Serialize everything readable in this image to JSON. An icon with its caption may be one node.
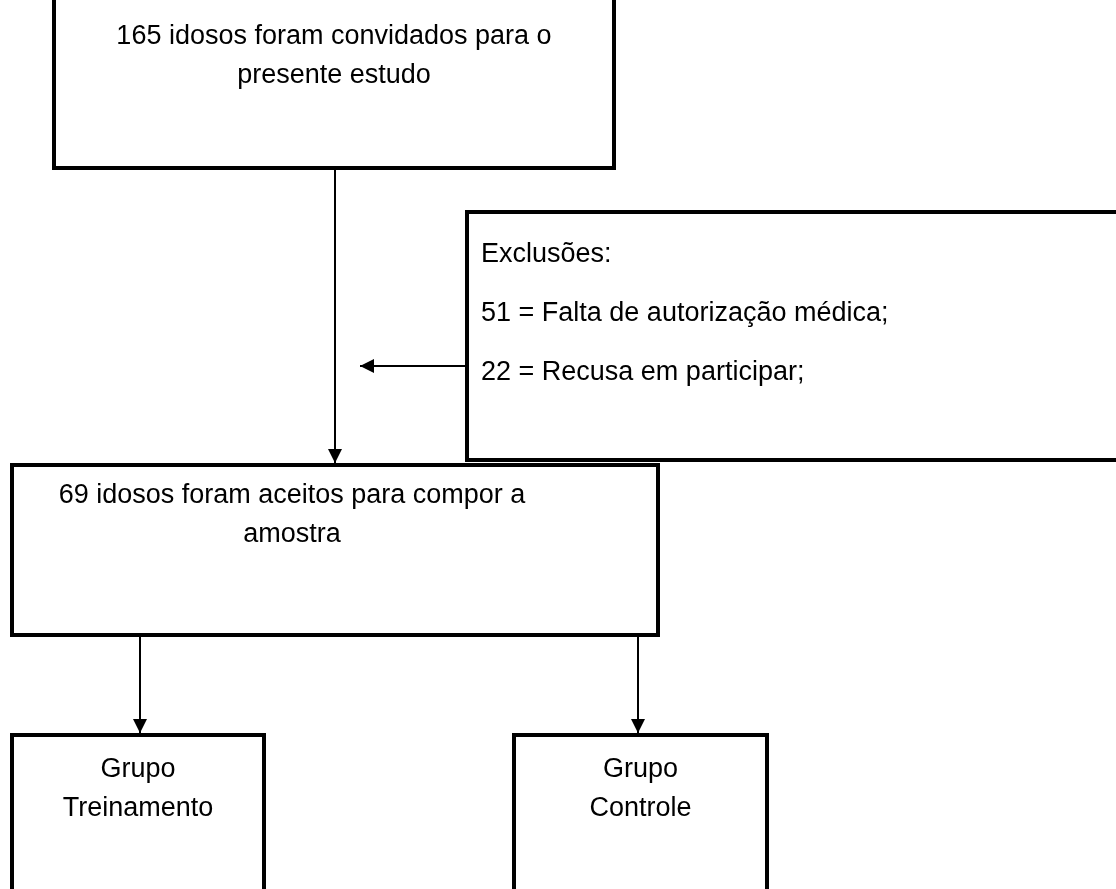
{
  "diagram": {
    "nodes": [
      {
        "text": [
          "165 idosos foram convidados para o presente estudo"
        ]
      },
      {
        "text": [
          "Exclusões:",
          "51 = Falta de autorização médica;",
          "22 = Recusa em participar;"
        ]
      },
      {
        "text": [
          "69 idosos foram aceitos para compor a amostra"
        ]
      },
      {
        "text": [
          "Grupo Treinamento"
        ]
      },
      {
        "text": [
          "Grupo Controle"
        ]
      }
    ],
    "edges": [
      {
        "from": 0,
        "to": 2,
        "arrow": "to"
      },
      {
        "from": 1,
        "to": null,
        "arrow": "to"
      },
      {
        "from": 2,
        "to": 3,
        "arrow": "to"
      },
      {
        "from": 2,
        "to": 4,
        "arrow": "to"
      }
    ]
  }
}
